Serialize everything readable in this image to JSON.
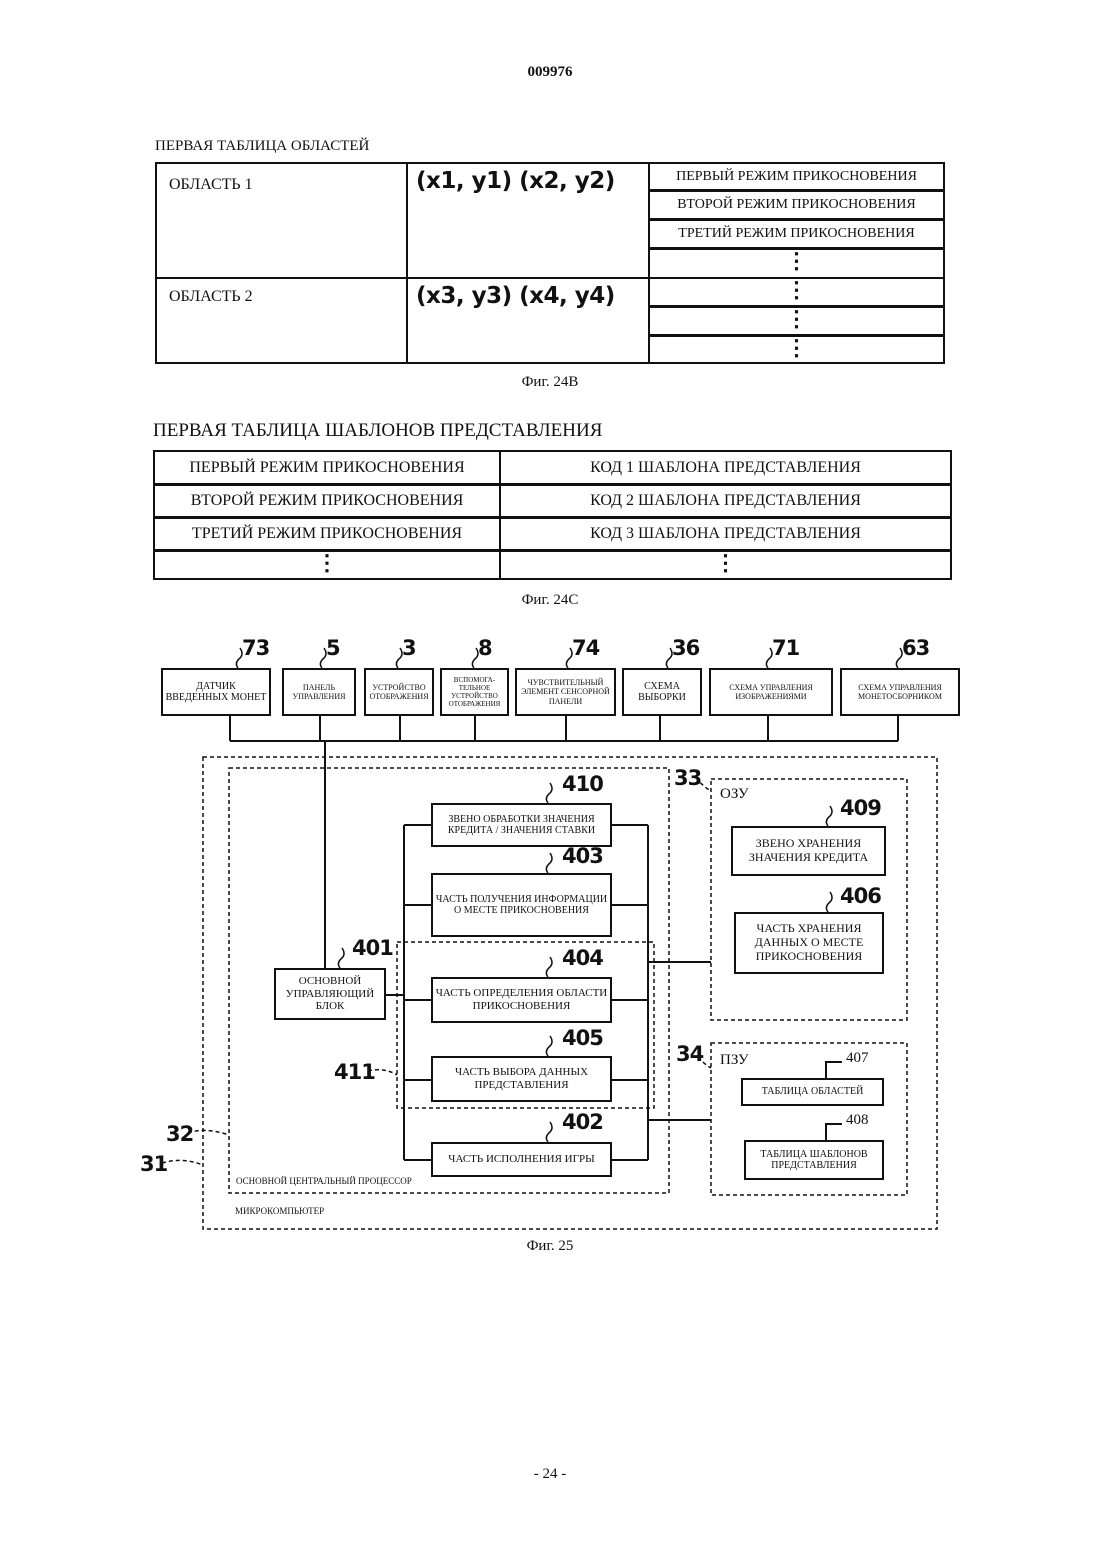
{
  "page_number_top": "009976",
  "page_number_bottom": "- 24 -",
  "fig24b": {
    "title": "ПЕРВАЯ ТАБЛИЦА ОБЛАСТЕЙ",
    "caption": "Фиг. 24B",
    "rows": [
      {
        "area": "ОБЛАСТЬ 1",
        "coords": "(x1, y1) (x2, y2)"
      },
      {
        "area": "ОБЛАСТЬ 2",
        "coords": "(x3, y3) (x4, y4)"
      }
    ],
    "modes": [
      "ПЕРВЫЙ РЕЖИМ ПРИКОСНОВЕНИЯ",
      "ВТОРОЙ РЕЖИМ ПРИКОСНОВЕНИЯ",
      "ТРЕТИЙ РЕЖИМ ПРИКОСНОВЕНИЯ"
    ],
    "ellipsis": "⋮"
  },
  "fig24c": {
    "title": "ПЕРВАЯ ТАБЛИЦА ШАБЛОНОВ ПРЕДСТАВЛЕНИЯ",
    "caption": "Фиг. 24C",
    "rows": [
      {
        "mode": "ПЕРВЫЙ РЕЖИМ ПРИКОСНОВЕНИЯ",
        "code": "КОД 1 ШАБЛОНА ПРЕДСТАВЛЕНИЯ"
      },
      {
        "mode": "ВТОРОЙ РЕЖИМ ПРИКОСНОВЕНИЯ",
        "code": "КОД 2 ШАБЛОНА ПРЕДСТАВЛЕНИЯ"
      },
      {
        "mode": "ТРЕТИЙ РЕЖИМ ПРИКОСНОВЕНИЯ",
        "code": "КОД 3 ШАБЛОНА ПРЕДСТАВЛЕНИЯ"
      }
    ],
    "ellipsis": "⋮"
  },
  "fig25": {
    "caption": "Фиг. 25",
    "top_devices": [
      {
        "ref": "73",
        "label": "ДАТЧИК ВВЕДЕННЫХ МОНЕТ"
      },
      {
        "ref": "5",
        "label": "ПАНЕЛЬ УПРАВЛЕНИЯ"
      },
      {
        "ref": "3",
        "label": "УСТРОЙСТВО ОТОБРАЖЕНИЯ"
      },
      {
        "ref": "8",
        "label": "ВСПОМОГА-ТЕЛЬНОЕ УСТРОЙСТВО ОТОБРАЖЕНИЯ"
      },
      {
        "ref": "74",
        "label": "ЧУВСТВИТЕЛЬНЫЙ ЭЛЕМЕНТ СЕНСОРНОЙ ПАНЕЛИ"
      },
      {
        "ref": "36",
        "label": "СХЕМА ВЫБОРКИ"
      },
      {
        "ref": "71",
        "label": "СХЕМА УПРАВЛЕНИЯ ИЗОБРАЖЕНИЯМИ"
      },
      {
        "ref": "63",
        "label": "СХЕМА УПРАВЛЕНИЯ МОНЕТОСБОРНИКОМ"
      }
    ],
    "cpu_blocks": [
      {
        "ref": "410",
        "label": "ЗВЕНО ОБРАБОТКИ ЗНАЧЕНИЯ КРЕДИТА / ЗНАЧЕНИЯ СТАВКИ"
      },
      {
        "ref": "403",
        "label": "ЧАСТЬ ПОЛУЧЕНИЯ ИНФОРМАЦИИ О МЕСТЕ ПРИКОСНОВЕНИЯ"
      },
      {
        "ref": "404",
        "label": "ЧАСТЬ ОПРЕДЕЛЕНИЯ ОБЛАСТИ ПРИКОСНОВЕНИЯ"
      },
      {
        "ref": "405",
        "label": "ЧАСТЬ ВЫБОРА ДАННЫХ ПРЕДСТАВЛЕНИЯ"
      },
      {
        "ref": "402",
        "label": "ЧАСТЬ ИСПОЛНЕНИЯ ИГРЫ"
      }
    ],
    "main_control": {
      "ref": "401",
      "label": "ОСНОВНОЙ УПРАВЛЯЮЩИЙ БЛОК"
    },
    "ram": {
      "ref": "33",
      "label": "ОЗУ",
      "blocks": [
        {
          "ref": "409",
          "label": "ЗВЕНО ХРАНЕНИЯ ЗНАЧЕНИЯ КРЕДИТА"
        },
        {
          "ref": "406",
          "label": "ЧАСТЬ ХРАНЕНИЯ ДАННЫХ О МЕСТЕ ПРИКОСНОВЕНИЯ"
        }
      ]
    },
    "rom": {
      "ref": "34",
      "label": "ПЗУ",
      "blocks": [
        {
          "ref": "407",
          "label": "ТАБЛИЦА ОБЛАСТЕЙ"
        },
        {
          "ref": "408",
          "label": "ТАБЛИЦА ШАБЛОНОВ ПРЕДСТАВЛЕНИЯ"
        }
      ]
    },
    "group_ref": "411",
    "cpu_ref": "32",
    "micro_ref": "31",
    "cpu_label": "ОСНОВНОЙ ЦЕНТРАЛЬНЫЙ ПРОЦЕССОР",
    "micro_label": "МИКРОКОМПЬЮТЕР"
  }
}
